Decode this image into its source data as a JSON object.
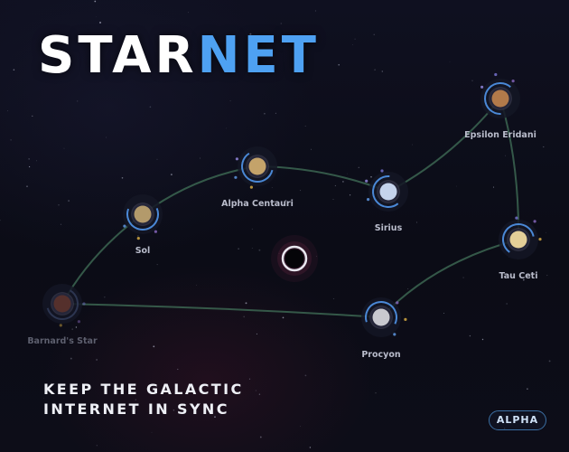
{
  "brand": {
    "title_main": "STAR",
    "title_accent": "NET",
    "accent_color": "#4ea1f2"
  },
  "tagline": {
    "line1": "KEEP THE GALACTIC",
    "line2": "INTERNET IN SYNC"
  },
  "badge": {
    "label": "ALPHA"
  },
  "colors": {
    "route": "#3f6b55",
    "ring": "#4a88d6",
    "label": "#b9bccb",
    "label_dim": "#5d5f6e"
  },
  "stars": [
    {
      "id": "barnards-star",
      "name": "Barnard's Star",
      "dim": true,
      "color": "#6a3426"
    },
    {
      "id": "sol",
      "name": "Sol",
      "dim": false,
      "color": "#b39a6b"
    },
    {
      "id": "alpha-centauri",
      "name": "Alpha Centauri",
      "dim": false,
      "color": "#c4a36a"
    },
    {
      "id": "sirius",
      "name": "Sirius",
      "dim": false,
      "color": "#c5d3ec"
    },
    {
      "id": "epsilon-eridani",
      "name": "Epsilon Eridani",
      "dim": false,
      "color": "#b27a4a"
    },
    {
      "id": "tau-ceti",
      "name": "Tau Ceti",
      "dim": false,
      "color": "#e4cf98"
    },
    {
      "id": "procyon",
      "name": "Procyon",
      "dim": false,
      "color": "#c9c9cf"
    }
  ],
  "routes": [
    [
      "barnards-star",
      "sol"
    ],
    [
      "sol",
      "alpha-centauri"
    ],
    [
      "alpha-centauri",
      "sirius"
    ],
    [
      "sirius",
      "epsilon-eridani"
    ],
    [
      "epsilon-eridani",
      "tau-ceti"
    ],
    [
      "tau-ceti",
      "procyon"
    ],
    [
      "procyon",
      "barnards-star"
    ]
  ],
  "black_hole": {
    "id": "black-hole"
  }
}
